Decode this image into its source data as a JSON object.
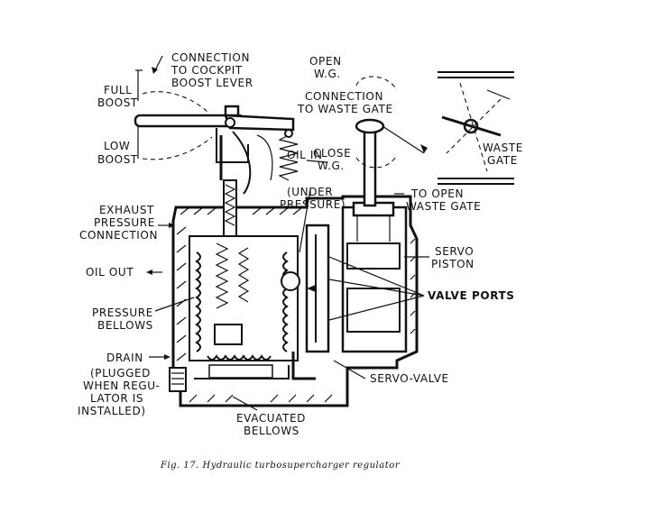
{
  "labels": {
    "connection_cockpit_1": "CONNECTION",
    "connection_cockpit_2": "TO COCKPIT",
    "connection_cockpit_3": "BOOST LEVER",
    "full_boost_1": "FULL",
    "full_boost_2": "BOOST",
    "low_boost_1": "LOW",
    "low_boost_2": "BOOST",
    "open_wg_1": "OPEN",
    "open_wg_2": "W.G.",
    "connection_wg_1": "CONNECTION",
    "connection_wg_2": "TO WASTE GATE",
    "close_wg_1": "CLOSE",
    "close_wg_2": "W.G.",
    "oil_in_1": "OIL IN",
    "oil_in_2": "(UNDER",
    "oil_in_3": "PRESSURE)",
    "waste_gate_1": "WASTE",
    "waste_gate_2": "GATE",
    "to_open_wg_1": "TO OPEN",
    "to_open_wg_2": "WASTE GATE",
    "exhaust_1": "EXHAUST",
    "exhaust_2": "PRESSURE",
    "exhaust_3": "CONNECTION",
    "oil_out": "OIL OUT",
    "servo_piston_1": "SERVO",
    "servo_piston_2": "PISTON",
    "valve_ports": "VALVE PORTS",
    "pressure_bellows_1": "PRESSURE",
    "pressure_bellows_2": "BELLOWS",
    "drain_1": "DRAIN",
    "drain_2": "(PLUGGED",
    "drain_3": "WHEN REGU-",
    "drain_4": "LATOR IS",
    "drain_5": "INSTALLED)",
    "servo_valve": "SERVO-VALVE",
    "evacuated_1": "EVACUATED",
    "evacuated_2": "BELLOWS"
  },
  "caption": "Fig. 17. Hydraulic turbosupercharger regulator"
}
